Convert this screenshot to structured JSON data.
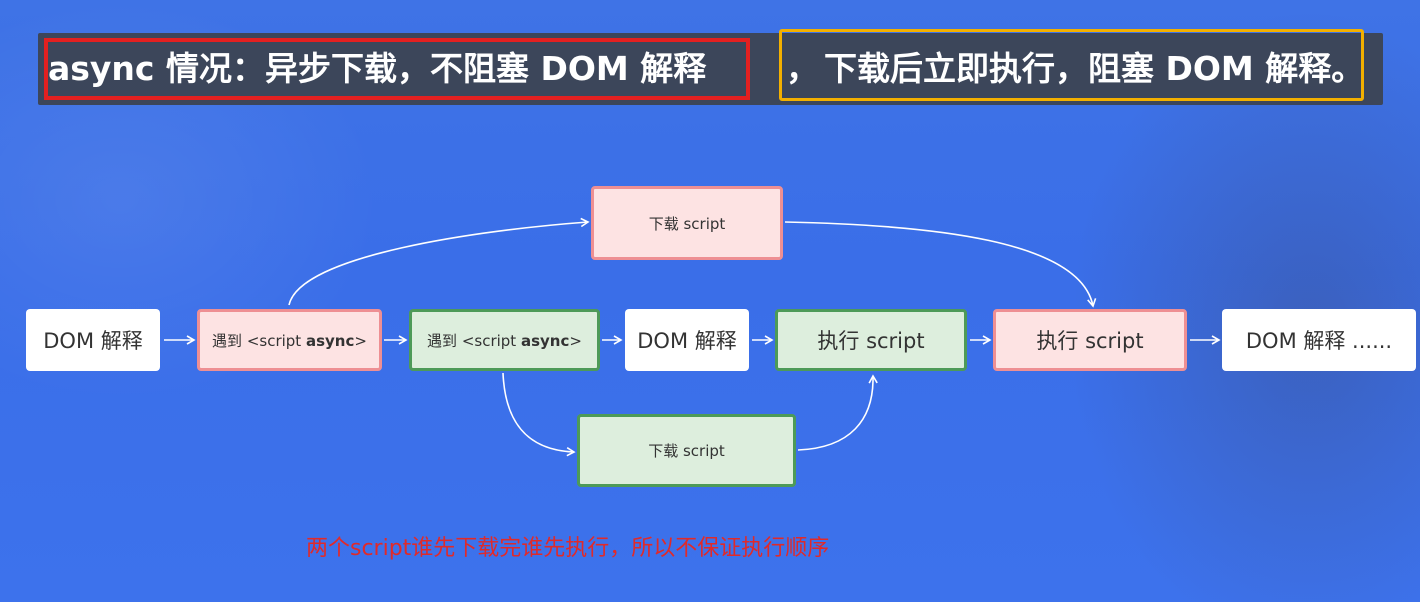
{
  "caption": {
    "part1": "async 情况：异步下载，不阻塞 DOM 解释",
    "sep": "，",
    "part2": "下载后立即执行，阻塞 DOM 解释。"
  },
  "nodes": {
    "dom1": "DOM 解释",
    "meet1_prefix": "遇到 <script ",
    "meet1_bold": "async",
    "meet1_suffix": ">",
    "meet2_prefix": "遇到 <script ",
    "meet2_bold": "async",
    "meet2_suffix": ">",
    "dom2": "DOM 解释",
    "exec_green": "执行 script",
    "exec_pink": "执行 script",
    "dom3": "DOM 解释 ......",
    "download_top": "下载 script",
    "download_bottom": "下载 script"
  },
  "note": "两个script谁先下载完谁先执行，所以不保证执行顺序",
  "colors": {
    "pink_fill": "#fde3e3",
    "pink_border": "#ee8f93",
    "green_fill": "#ddeedd",
    "green_border": "#4d9a58",
    "note_color": "#e02a2a",
    "highlight_red": "#e32020",
    "highlight_yellow": "#f3b000"
  }
}
